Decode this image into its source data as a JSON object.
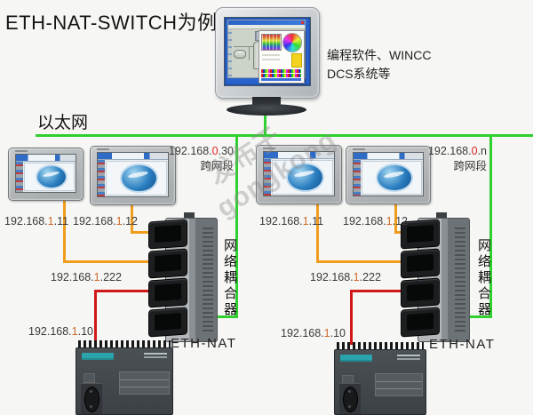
{
  "page": {
    "title": "ETH-NAT-SWITCH为例",
    "ethernet_label": "以太网"
  },
  "watermark": {
    "line1": "发布于",
    "line2": "gongkong"
  },
  "monitor": {
    "caption_line1": "编程软件、WINCC",
    "caption_line2": "DCS系统等"
  },
  "colors": {
    "ethernet_green": "#2fd02f",
    "hmi_wire_orange": "#f09c1e",
    "plc_wire_red": "#d01818",
    "ip_accent_orange": "#cf6a28",
    "ip_accent_red": "#e02020"
  },
  "left": {
    "cross_ip": {
      "pre": "192.168.",
      "mid": "0",
      "post": ".30"
    },
    "cross_label": "跨网段",
    "hmi1_ip": {
      "pre": "192.168.",
      "mid": "1",
      "post": ".11"
    },
    "hmi2_ip": {
      "pre": "192.168.",
      "mid": "1",
      "post": ".12"
    },
    "coupler_label": "网络耦合器",
    "coupler_ip": {
      "pre": "192.168.",
      "mid": "1",
      "post": ".222"
    },
    "plc_ip": {
      "pre": "192.168.",
      "mid": "1",
      "post": ".10"
    },
    "nat_label": "ETH-NAT"
  },
  "right": {
    "cross_ip": {
      "pre": "192.168.",
      "mid": "0",
      "post": ".n"
    },
    "cross_label": "跨网段",
    "hmi1_ip": {
      "pre": "192.168.",
      "mid": "1",
      "post": ".11"
    },
    "hmi2_ip": {
      "pre": "192.168.",
      "mid": "1",
      "post": ".12"
    },
    "coupler_label": "网络耦合器",
    "coupler_ip": {
      "pre": "192.168.",
      "mid": "1",
      "post": ".222"
    },
    "plc_ip": {
      "pre": "192.168.",
      "mid": "1",
      "post": ".10"
    },
    "nat_label": "ETH-NAT"
  }
}
